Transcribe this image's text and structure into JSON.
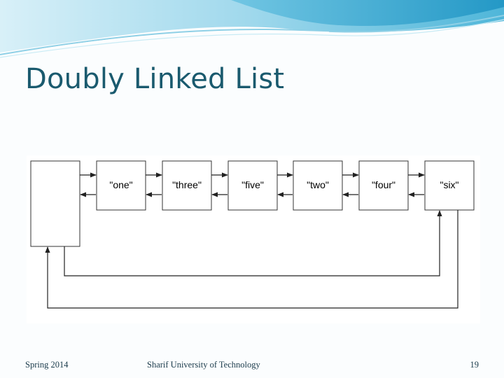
{
  "slide": {
    "title": "Doubly Linked List",
    "footer_left": "Spring 2014",
    "footer_center": "Sharif University of Technology",
    "page_number": "19"
  },
  "diagram": {
    "nodes": [
      "\"one\"",
      "\"three\"",
      "\"five\"",
      "\"two\"",
      "\"four\"",
      "\"six\""
    ]
  },
  "colors": {
    "title": "#1a5a6e",
    "banner_light": "#bfe6f2",
    "banner_dark": "#3aaad0"
  }
}
